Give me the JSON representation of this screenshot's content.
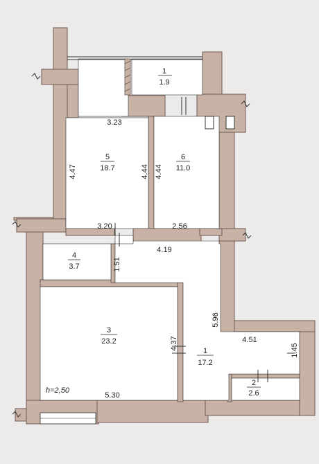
{
  "rooms": [
    {
      "number": "1",
      "area": "17.2"
    },
    {
      "number": "2",
      "area": "2.6"
    },
    {
      "number": "3",
      "area": "23.2"
    },
    {
      "number": "4",
      "area": "3.7"
    },
    {
      "number": "5",
      "area": "18.7"
    },
    {
      "number": "6",
      "area": "11.0"
    },
    {
      "number": "1",
      "area": "1.9"
    }
  ],
  "dimensions": {
    "d_323": "3.23",
    "d_447": "4.47",
    "d_444a": "4.44",
    "d_444b": "4.44",
    "d_320": "3.20",
    "d_256": "2.56",
    "d_419": "4.19",
    "d_151": "1.51",
    "d_437": "4.37",
    "d_596": "5.96",
    "d_451": "4.51",
    "d_145": "1.45",
    "d_530": "5.30"
  },
  "ceiling_height": "h=2,50",
  "colors": {
    "wall": "#c8b2a6",
    "wall_outline": "#6e5a52",
    "room": "#ffffff",
    "background": "#ecebea",
    "line": "#333333"
  }
}
